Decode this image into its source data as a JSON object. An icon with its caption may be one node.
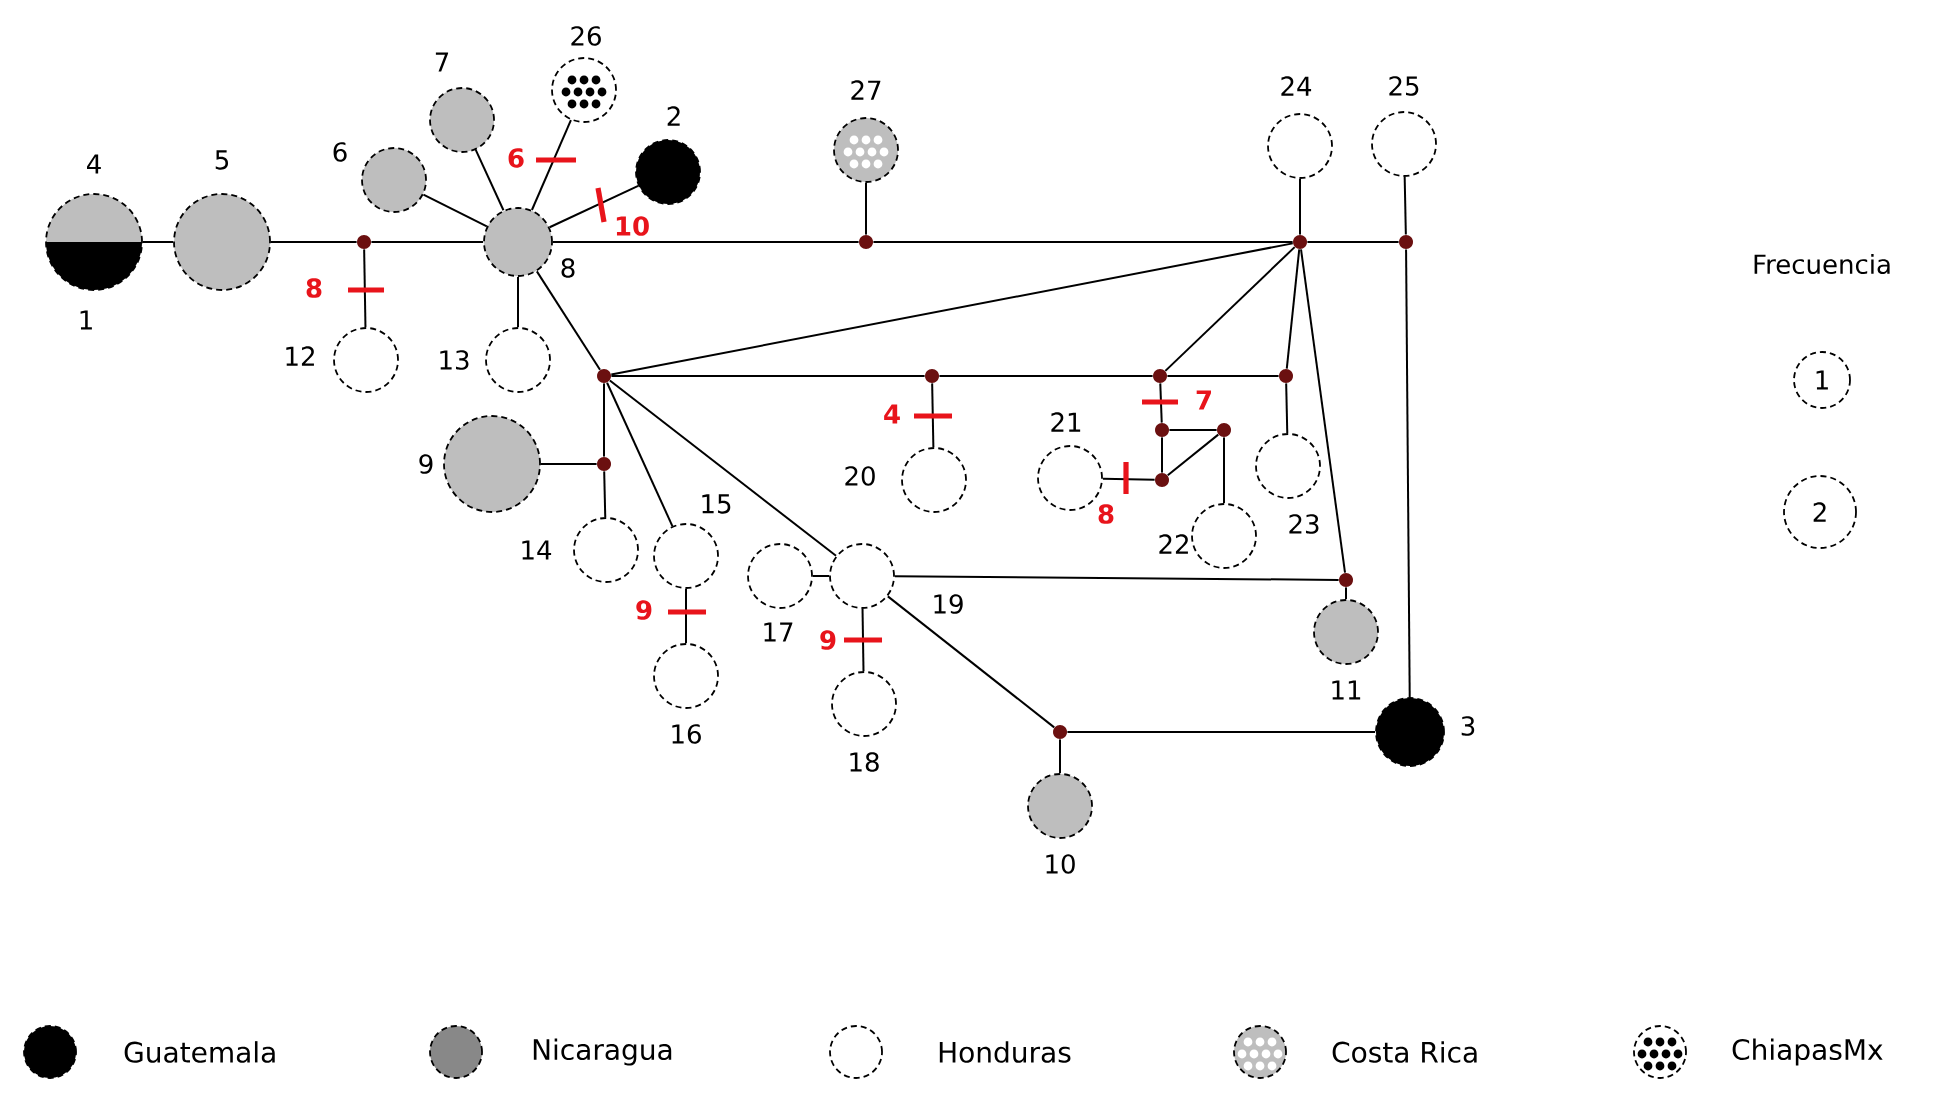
{
  "diagram": {
    "nodes": [
      {
        "text": [],
        "shape": "circle",
        "beside": [
          "4",
          "1"
        ]
      },
      {
        "text": [],
        "shape": "circle",
        "beside": [
          "5"
        ]
      },
      {
        "text": [],
        "shape": "dot"
      },
      {
        "text": [],
        "shape": "circle",
        "beside": [
          "12"
        ]
      },
      {
        "text": [],
        "shape": "circle",
        "beside": [
          "6"
        ]
      },
      {
        "text": [],
        "shape": "circle",
        "beside": [
          "7"
        ]
      },
      {
        "text": [],
        "shape": "circle",
        "beside": [
          "26"
        ]
      },
      {
        "text": [],
        "shape": "circle",
        "beside": [
          "2"
        ]
      },
      {
        "text": [],
        "shape": "circle",
        "beside": [
          "8"
        ]
      },
      {
        "text": [],
        "shape": "circle",
        "beside": [
          "13"
        ]
      },
      {
        "text": [],
        "shape": "circle",
        "beside": [
          "27"
        ]
      },
      {
        "text": [],
        "shape": "dot"
      },
      {
        "text": [],
        "shape": "circle",
        "beside": [
          "24"
        ]
      },
      {
        "text": [],
        "shape": "circle",
        "beside": [
          "25"
        ]
      },
      {
        "text": [],
        "shape": "dot"
      },
      {
        "text": [],
        "shape": "dot"
      },
      {
        "text": [],
        "shape": "dot"
      },
      {
        "text": [],
        "shape": "dot"
      },
      {
        "text": [],
        "shape": "circle",
        "beside": [
          "20"
        ]
      },
      {
        "text": [],
        "shape": "dot"
      },
      {
        "text": [],
        "shape": "dot"
      },
      {
        "text": [],
        "shape": "dot"
      },
      {
        "text": [],
        "shape": "dot"
      },
      {
        "text": [],
        "shape": "dot"
      },
      {
        "text": [],
        "shape": "circle",
        "beside": [
          "21"
        ]
      },
      {
        "text": [],
        "shape": "circle",
        "beside": [
          "22"
        ]
      },
      {
        "text": [],
        "shape": "circle",
        "beside": [
          "23"
        ]
      },
      {
        "text": [],
        "shape": "dot"
      },
      {
        "text": [],
        "shape": "circle",
        "beside": [
          "9"
        ]
      },
      {
        "text": [],
        "shape": "circle",
        "beside": [
          "14"
        ]
      },
      {
        "text": [],
        "shape": "circle",
        "beside": [
          "15"
        ]
      },
      {
        "text": [],
        "shape": "circle",
        "beside": [
          "16"
        ]
      },
      {
        "text": [],
        "shape": "circle",
        "beside": [
          "17"
        ]
      },
      {
        "text": [],
        "shape": "circle",
        "beside": [
          "19"
        ]
      },
      {
        "text": [],
        "shape": "circle",
        "beside": [
          "18"
        ]
      },
      {
        "text": [],
        "shape": "dot"
      },
      {
        "text": [],
        "shape": "circle",
        "beside": [
          "11"
        ]
      },
      {
        "text": [],
        "shape": "dot"
      },
      {
        "text": [],
        "shape": "circle",
        "beside": [
          "10"
        ]
      },
      {
        "text": [],
        "shape": "circle",
        "beside": [
          "3"
        ]
      },
      {
        "text": [
          "1"
        ]
      },
      {
        "text": [
          "2"
        ]
      }
    ],
    "edges": [
      {
        "from": 0,
        "to": 1,
        "arrow": "none"
      },
      {
        "from": 1,
        "to": 2,
        "arrow": "none"
      },
      {
        "from": 2,
        "to": 3,
        "arrow": "none",
        "label": "8"
      },
      {
        "from": 2,
        "to": 8,
        "arrow": "none"
      },
      {
        "from": 8,
        "to": 4,
        "arrow": "none"
      },
      {
        "from": 8,
        "to": 5,
        "arrow": "none"
      },
      {
        "from": 8,
        "to": 6,
        "arrow": "none",
        "label": "6"
      },
      {
        "from": 8,
        "to": 7,
        "arrow": "none",
        "label": "10"
      },
      {
        "from": 8,
        "to": 9,
        "arrow": "none"
      },
      {
        "from": 8,
        "to": 11,
        "arrow": "none"
      },
      {
        "from": 11,
        "to": 10,
        "arrow": "none"
      },
      {
        "from": 11,
        "to": 14,
        "arrow": "none"
      },
      {
        "from": 14,
        "to": 12,
        "arrow": "none"
      },
      {
        "from": 14,
        "to": 15,
        "arrow": "none"
      },
      {
        "from": 15,
        "to": 13,
        "arrow": "none"
      },
      {
        "from": 15,
        "to": 39,
        "arrow": "none"
      },
      {
        "from": 8,
        "to": 16,
        "arrow": "none"
      },
      {
        "from": 16,
        "to": 14,
        "arrow": "none"
      },
      {
        "from": 16,
        "to": 17,
        "arrow": "none"
      },
      {
        "from": 17,
        "to": 18,
        "arrow": "none",
        "label": "4"
      },
      {
        "from": 17,
        "to": 19,
        "arrow": "none"
      },
      {
        "from": 19,
        "to": 20,
        "arrow": "none"
      },
      {
        "from": 19,
        "to": 14,
        "arrow": "none"
      },
      {
        "from": 19,
        "to": 21,
        "arrow": "none",
        "label": "7"
      },
      {
        "from": 21,
        "to": 22,
        "arrow": "none"
      },
      {
        "from": 21,
        "to": 23,
        "arrow": "none"
      },
      {
        "from": 23,
        "to": 22,
        "arrow": "none"
      },
      {
        "from": 22,
        "to": 25,
        "arrow": "none"
      },
      {
        "from": 23,
        "to": 24,
        "arrow": "none",
        "label": "8"
      },
      {
        "from": 14,
        "to": 20,
        "arrow": "none"
      },
      {
        "from": 20,
        "to": 26,
        "arrow": "none"
      },
      {
        "from": 14,
        "to": 35,
        "arrow": "none"
      },
      {
        "from": 35,
        "to": 36,
        "arrow": "none"
      },
      {
        "from": 33,
        "to": 35,
        "arrow": "none"
      },
      {
        "from": 16,
        "to": 27,
        "arrow": "none"
      },
      {
        "from": 27,
        "to": 28,
        "arrow": "none"
      },
      {
        "from": 27,
        "to": 29,
        "arrow": "none"
      },
      {
        "from": 16,
        "to": 30,
        "arrow": "none"
      },
      {
        "from": 30,
        "to": 31,
        "arrow": "none",
        "label": "9"
      },
      {
        "from": 16,
        "to": 33,
        "arrow": "none"
      },
      {
        "from": 33,
        "to": 32,
        "arrow": "none"
      },
      {
        "from": 33,
        "to": 34,
        "arrow": "none",
        "label": "9"
      },
      {
        "from": 33,
        "to": 37,
        "arrow": "none"
      },
      {
        "from": 37,
        "to": 38,
        "arrow": "none"
      },
      {
        "from": 37,
        "to": 39,
        "arrow": "none"
      }
    ],
    "labels": [
      "Frecuencia"
    ],
    "legend": [
      {
        "text": "Guatemala",
        "color": "#000000"
      },
      {
        "text": "Nicaragua",
        "color": "#888888"
      },
      {
        "text": "Honduras"
      },
      {
        "text": "Costa Rica"
      },
      {
        "text": "ChiapasMx"
      }
    ]
  }
}
